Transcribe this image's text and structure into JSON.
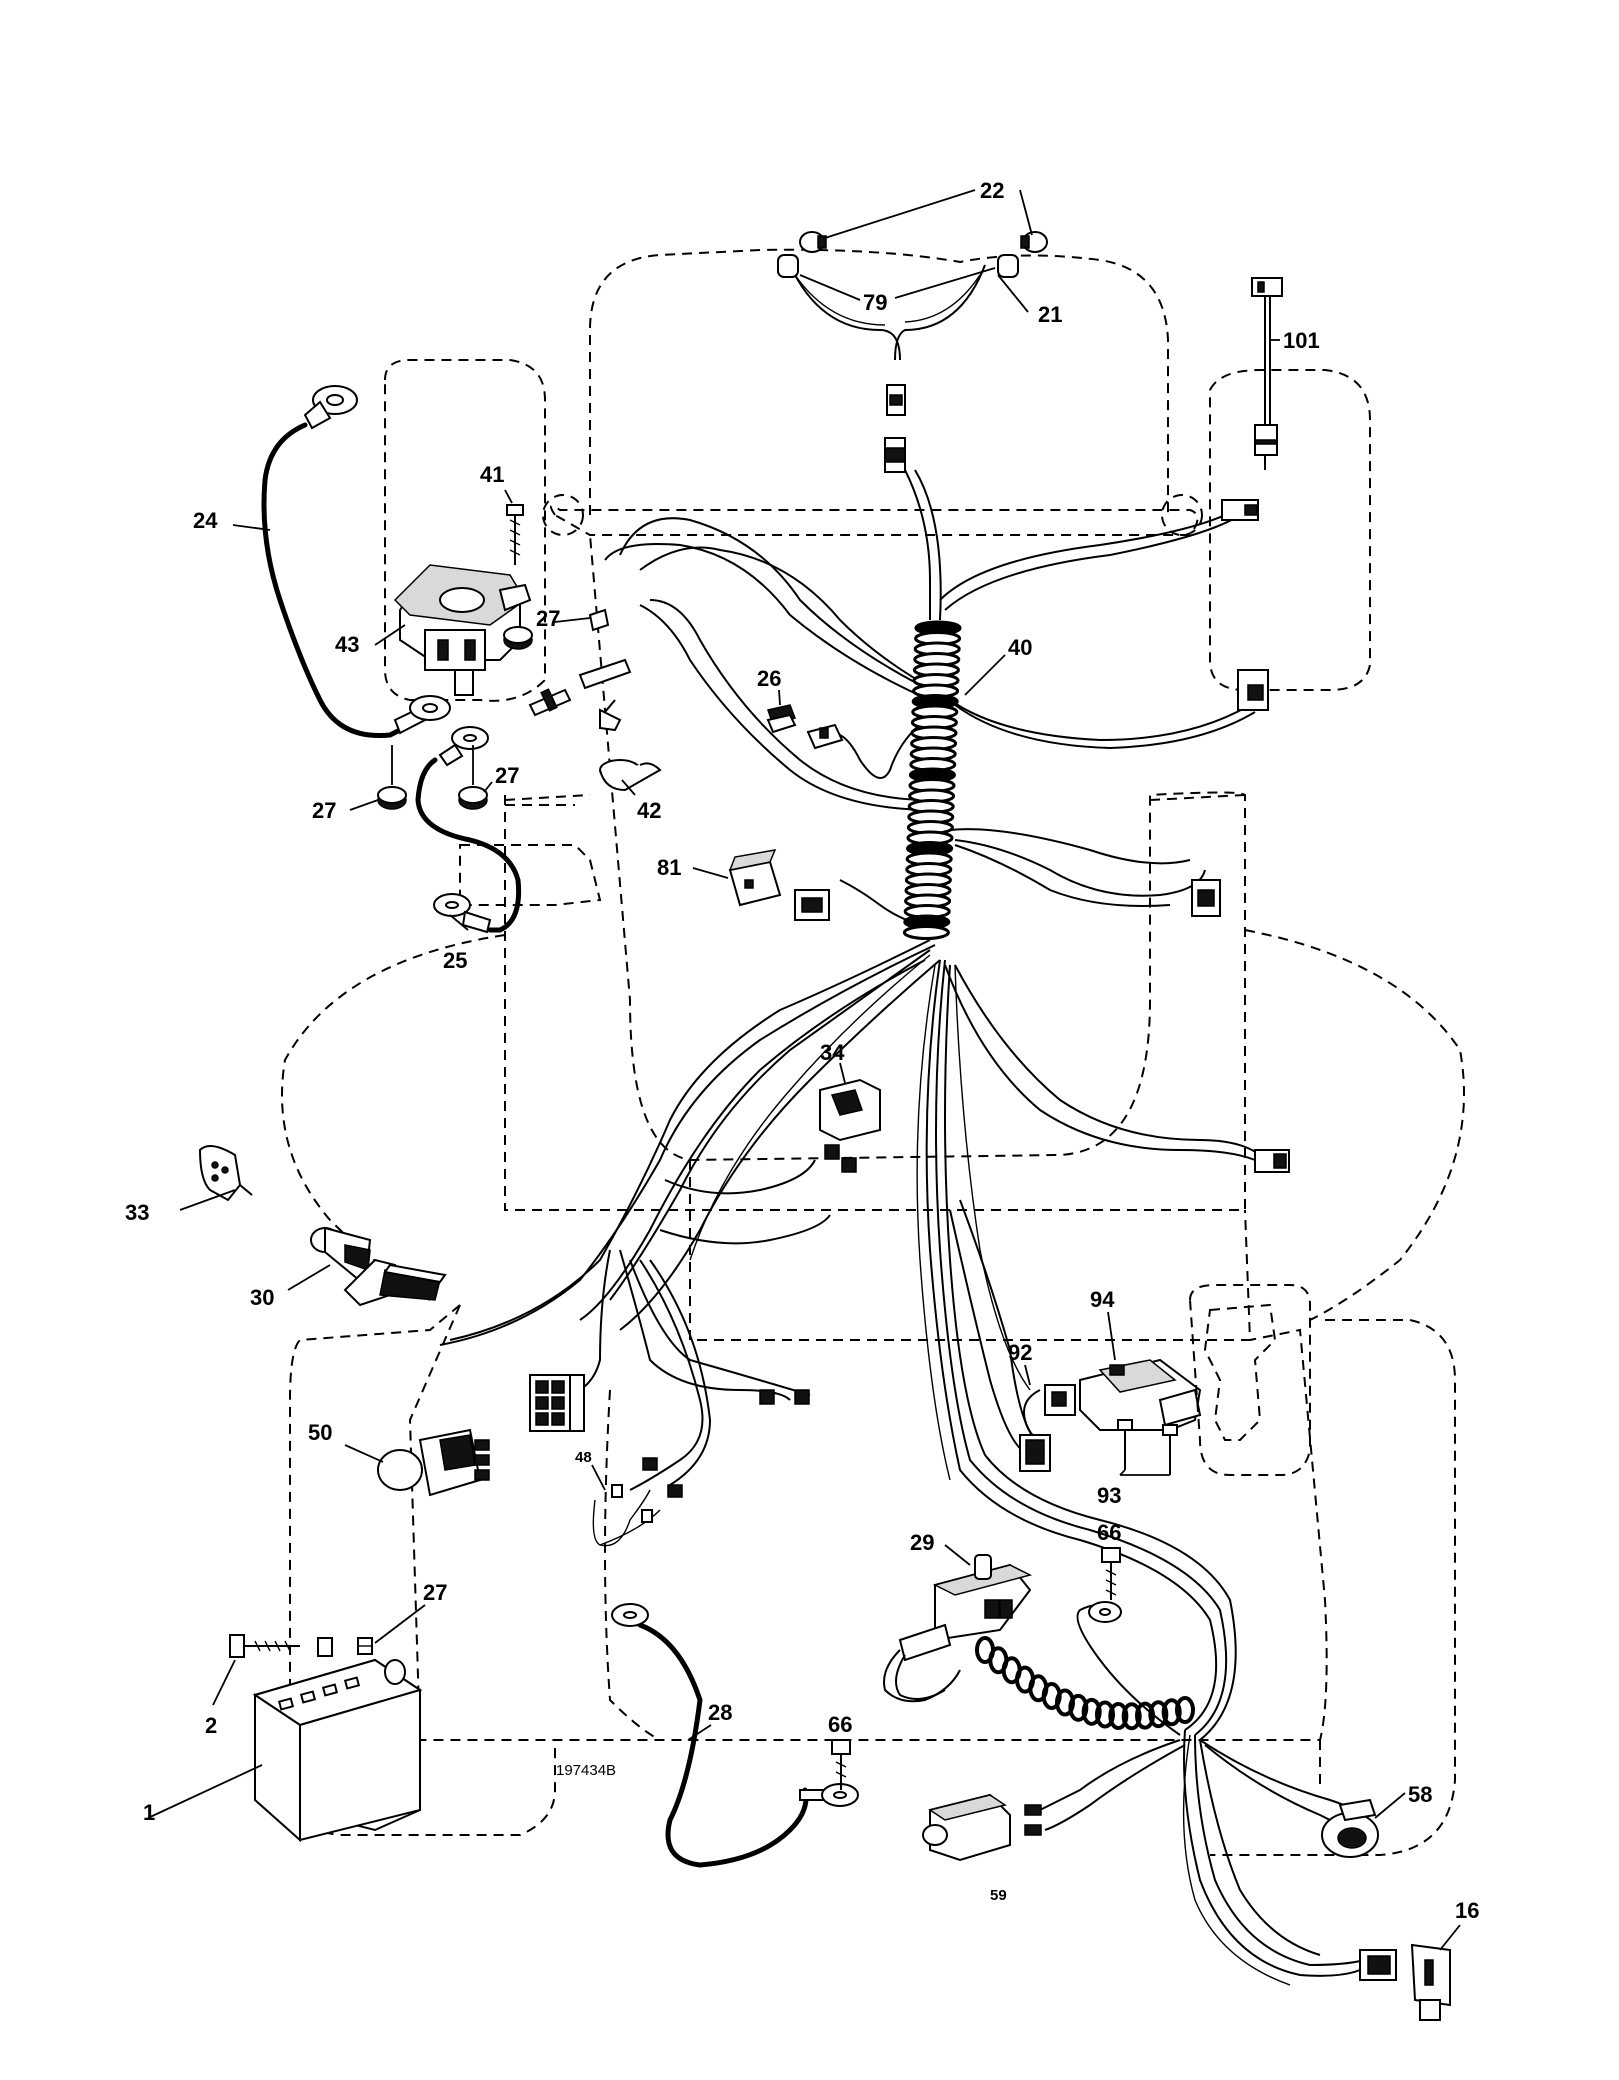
{
  "diagram": {
    "drawing_code": "197434B",
    "callouts": [
      {
        "id": "c1",
        "text": "1"
      },
      {
        "id": "c2",
        "text": "2"
      },
      {
        "id": "c16",
        "text": "16"
      },
      {
        "id": "c21",
        "text": "21"
      },
      {
        "id": "c22",
        "text": "22"
      },
      {
        "id": "c24",
        "text": "24"
      },
      {
        "id": "c25",
        "text": "25"
      },
      {
        "id": "c26",
        "text": "26"
      },
      {
        "id": "c27a",
        "text": "27"
      },
      {
        "id": "c27b",
        "text": "27"
      },
      {
        "id": "c27c",
        "text": "27"
      },
      {
        "id": "c27d",
        "text": "27"
      },
      {
        "id": "c28",
        "text": "28"
      },
      {
        "id": "c29",
        "text": "29"
      },
      {
        "id": "c30",
        "text": "30"
      },
      {
        "id": "c33",
        "text": "33"
      },
      {
        "id": "c34",
        "text": "34"
      },
      {
        "id": "c40",
        "text": "40"
      },
      {
        "id": "c41",
        "text": "41"
      },
      {
        "id": "c42",
        "text": "42"
      },
      {
        "id": "c43",
        "text": "43"
      },
      {
        "id": "c48",
        "text": "48"
      },
      {
        "id": "c50",
        "text": "50"
      },
      {
        "id": "c58",
        "text": "58"
      },
      {
        "id": "c59",
        "text": "59"
      },
      {
        "id": "c66a",
        "text": "66"
      },
      {
        "id": "c66b",
        "text": "66"
      },
      {
        "id": "c79",
        "text": "79"
      },
      {
        "id": "c81",
        "text": "81"
      },
      {
        "id": "c92",
        "text": "92"
      },
      {
        "id": "c93",
        "text": "93"
      },
      {
        "id": "c94",
        "text": "94"
      },
      {
        "id": "c101",
        "text": "101"
      }
    ]
  }
}
